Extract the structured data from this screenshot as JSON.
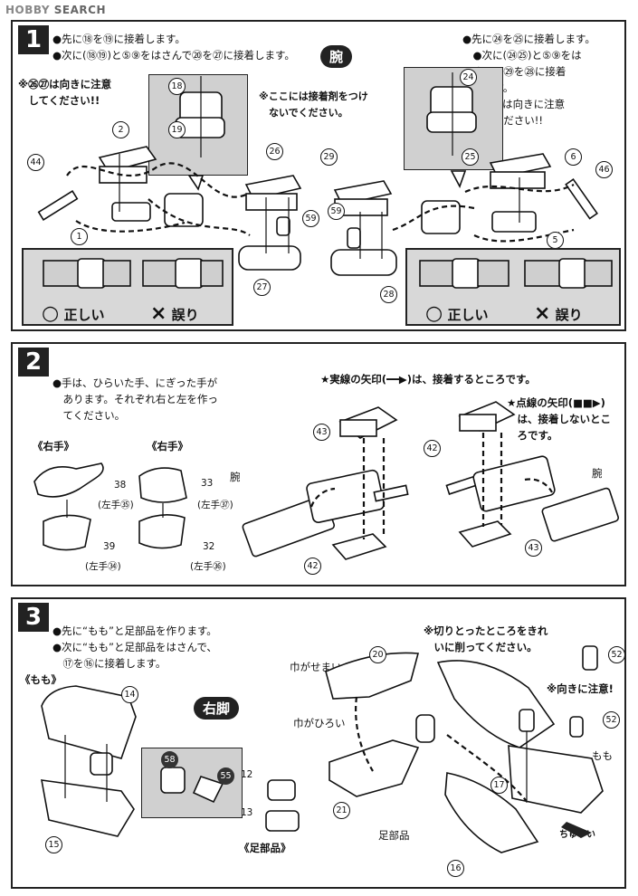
{
  "watermark": {
    "brand": "HOBBY",
    "rest": "SEARCH"
  },
  "step1": {
    "number": "1",
    "section_label": "腕",
    "left_text": "●先に⑱を⑲に接着します。\n●次に(⑱⑲)と⑤⑨をはさんで⑳を㉗に接着します。",
    "left_note": "※㉖㉗は向きに注意\n　してください!!",
    "center_note": "※ここには接着剤をつけ\n　ないでください。",
    "right_text": "●先に㉔を㉕に接着します。\n　●次に(㉔㉕)と⑤⑨をは\n　さんで㉙を㉘に接着\n　します。\n　※㉘㉙は向きに注意\n　してください!!",
    "parts_left": [
      "18",
      "19",
      "2",
      "44",
      "1",
      "26",
      "59",
      "27"
    ],
    "parts_right": [
      "24",
      "25",
      "29",
      "6",
      "46",
      "59",
      "5",
      "28"
    ],
    "correct_label": "正しい",
    "wrong_label": "誤り",
    "correct_symbol": "○",
    "wrong_symbol": "×"
  },
  "step2": {
    "number": "2",
    "text": "●手は、ひらいた手、にぎった手が\n　あります。それぞれ右と左を作っ\n　てください。",
    "solid_note": "★実線の矢印(━━▶)は、接着するところです。",
    "dashed_note": "★点線の矢印(■■▶)\n　は、接着しないとこ\n　ろです。",
    "right_hand_label_1": "《右手》",
    "right_hand_label_2": "《右手》",
    "hand_parts": [
      "38",
      "(左手㉟)",
      "39",
      "(左手㉞)",
      "33",
      "(左手㊲)",
      "32",
      "(左手㊱)"
    ],
    "arm_label_left": "腕",
    "arm_label_right": "腕",
    "parts_left": [
      "43",
      "42"
    ],
    "parts_right": [
      "42",
      "43"
    ]
  },
  "step3": {
    "number": "3",
    "text": "●先に“もも”と足部品を作ります。\n●次に“もも”と足部品をはさんで、\n　⑰を⑯に接着します。",
    "momo_label": "《もも》",
    "section_label": "右脚",
    "width_narrow": "巾がせまい",
    "width_wide": "巾がひろい",
    "cut_note": "※切りとったところをきれ\n　いに削ってください。",
    "direction_note": "※向きに注意!",
    "foot_parts_label": "《足部品》",
    "ashibuhin": "足部品",
    "momo": "もも",
    "attention": "ちゅうい",
    "parts": [
      "14",
      "15",
      "58",
      "55",
      "12",
      "13",
      "20",
      "21",
      "17",
      "16",
      "52",
      "52"
    ]
  }
}
